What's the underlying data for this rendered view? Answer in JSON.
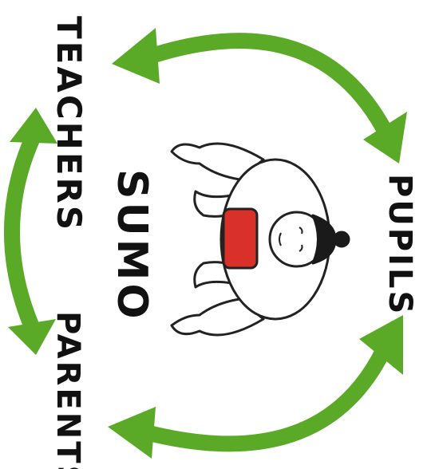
{
  "diagram": {
    "labels": {
      "teachers": "TEACHERS",
      "pupils": "PUPILS",
      "parents": "PARENTS",
      "center": "SUMO"
    },
    "colors": {
      "arrow_fill": "#5aaa28",
      "arrow_stroke": "#3f7f18",
      "text": "#111111",
      "belt": "#d9302a",
      "outline": "#222222",
      "hair": "#1a1a1a"
    },
    "icons": {
      "center_figure": "sumo-wrestler-icon",
      "arrows": "double-headed-arrow-icon"
    }
  }
}
